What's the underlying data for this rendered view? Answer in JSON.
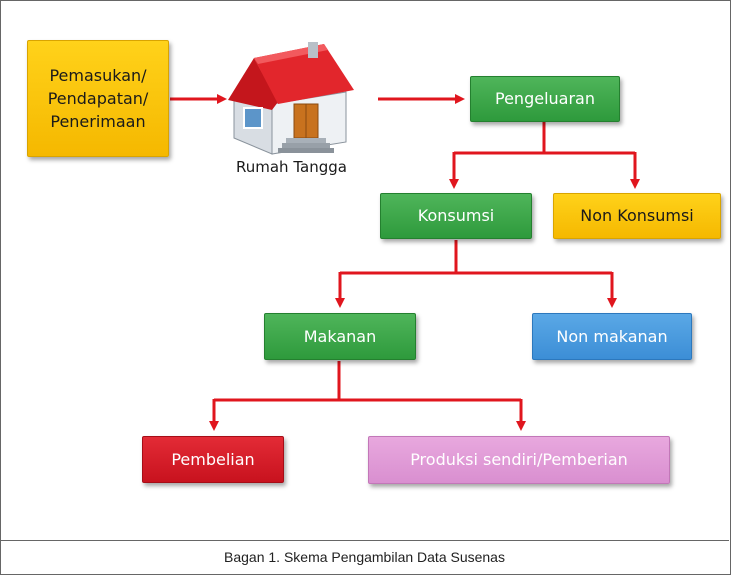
{
  "diagram": {
    "income_label": "Pemasukan/\nPendapatan/\nPenerimaan",
    "household_label": "Rumah Tangga",
    "expenditure_label": "Pengeluaran",
    "consumption_label": "Konsumsi",
    "non_consumption_label": "Non Konsumsi",
    "food_label": "Makanan",
    "non_food_label": "Non makanan",
    "purchase_label": "Pembelian",
    "own_production_label": "Produksi sendiri/Pemberian"
  },
  "caption": "Bagan 1. Skema Pengambilan Data Susenas",
  "colors": {
    "arrow": "#e0161e",
    "yellow": "#f5b800",
    "green": "#2e9a3c",
    "blue": "#3c8ed6",
    "red": "#c8121e",
    "pink": "#d98fd0"
  },
  "icons": [
    "house-icon"
  ]
}
